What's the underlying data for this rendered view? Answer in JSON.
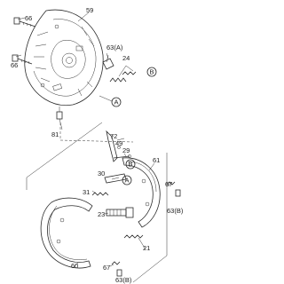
{
  "labels": {
    "p59": "59",
    "p66a": "66",
    "p66b": "66",
    "p63a": "63(A)",
    "p24": "24",
    "refB1": "B",
    "refA1": "A",
    "p81": "81",
    "p72": "72",
    "p49": "49",
    "p29": "29",
    "p61": "61",
    "refB2": "B",
    "p30": "30",
    "refA2": "A",
    "p67a": "67",
    "p31": "31",
    "p63b1": "63(B)",
    "p23": "23",
    "p21": "21",
    "p60": "60",
    "p67b": "67",
    "p63b2": "63(B)"
  }
}
